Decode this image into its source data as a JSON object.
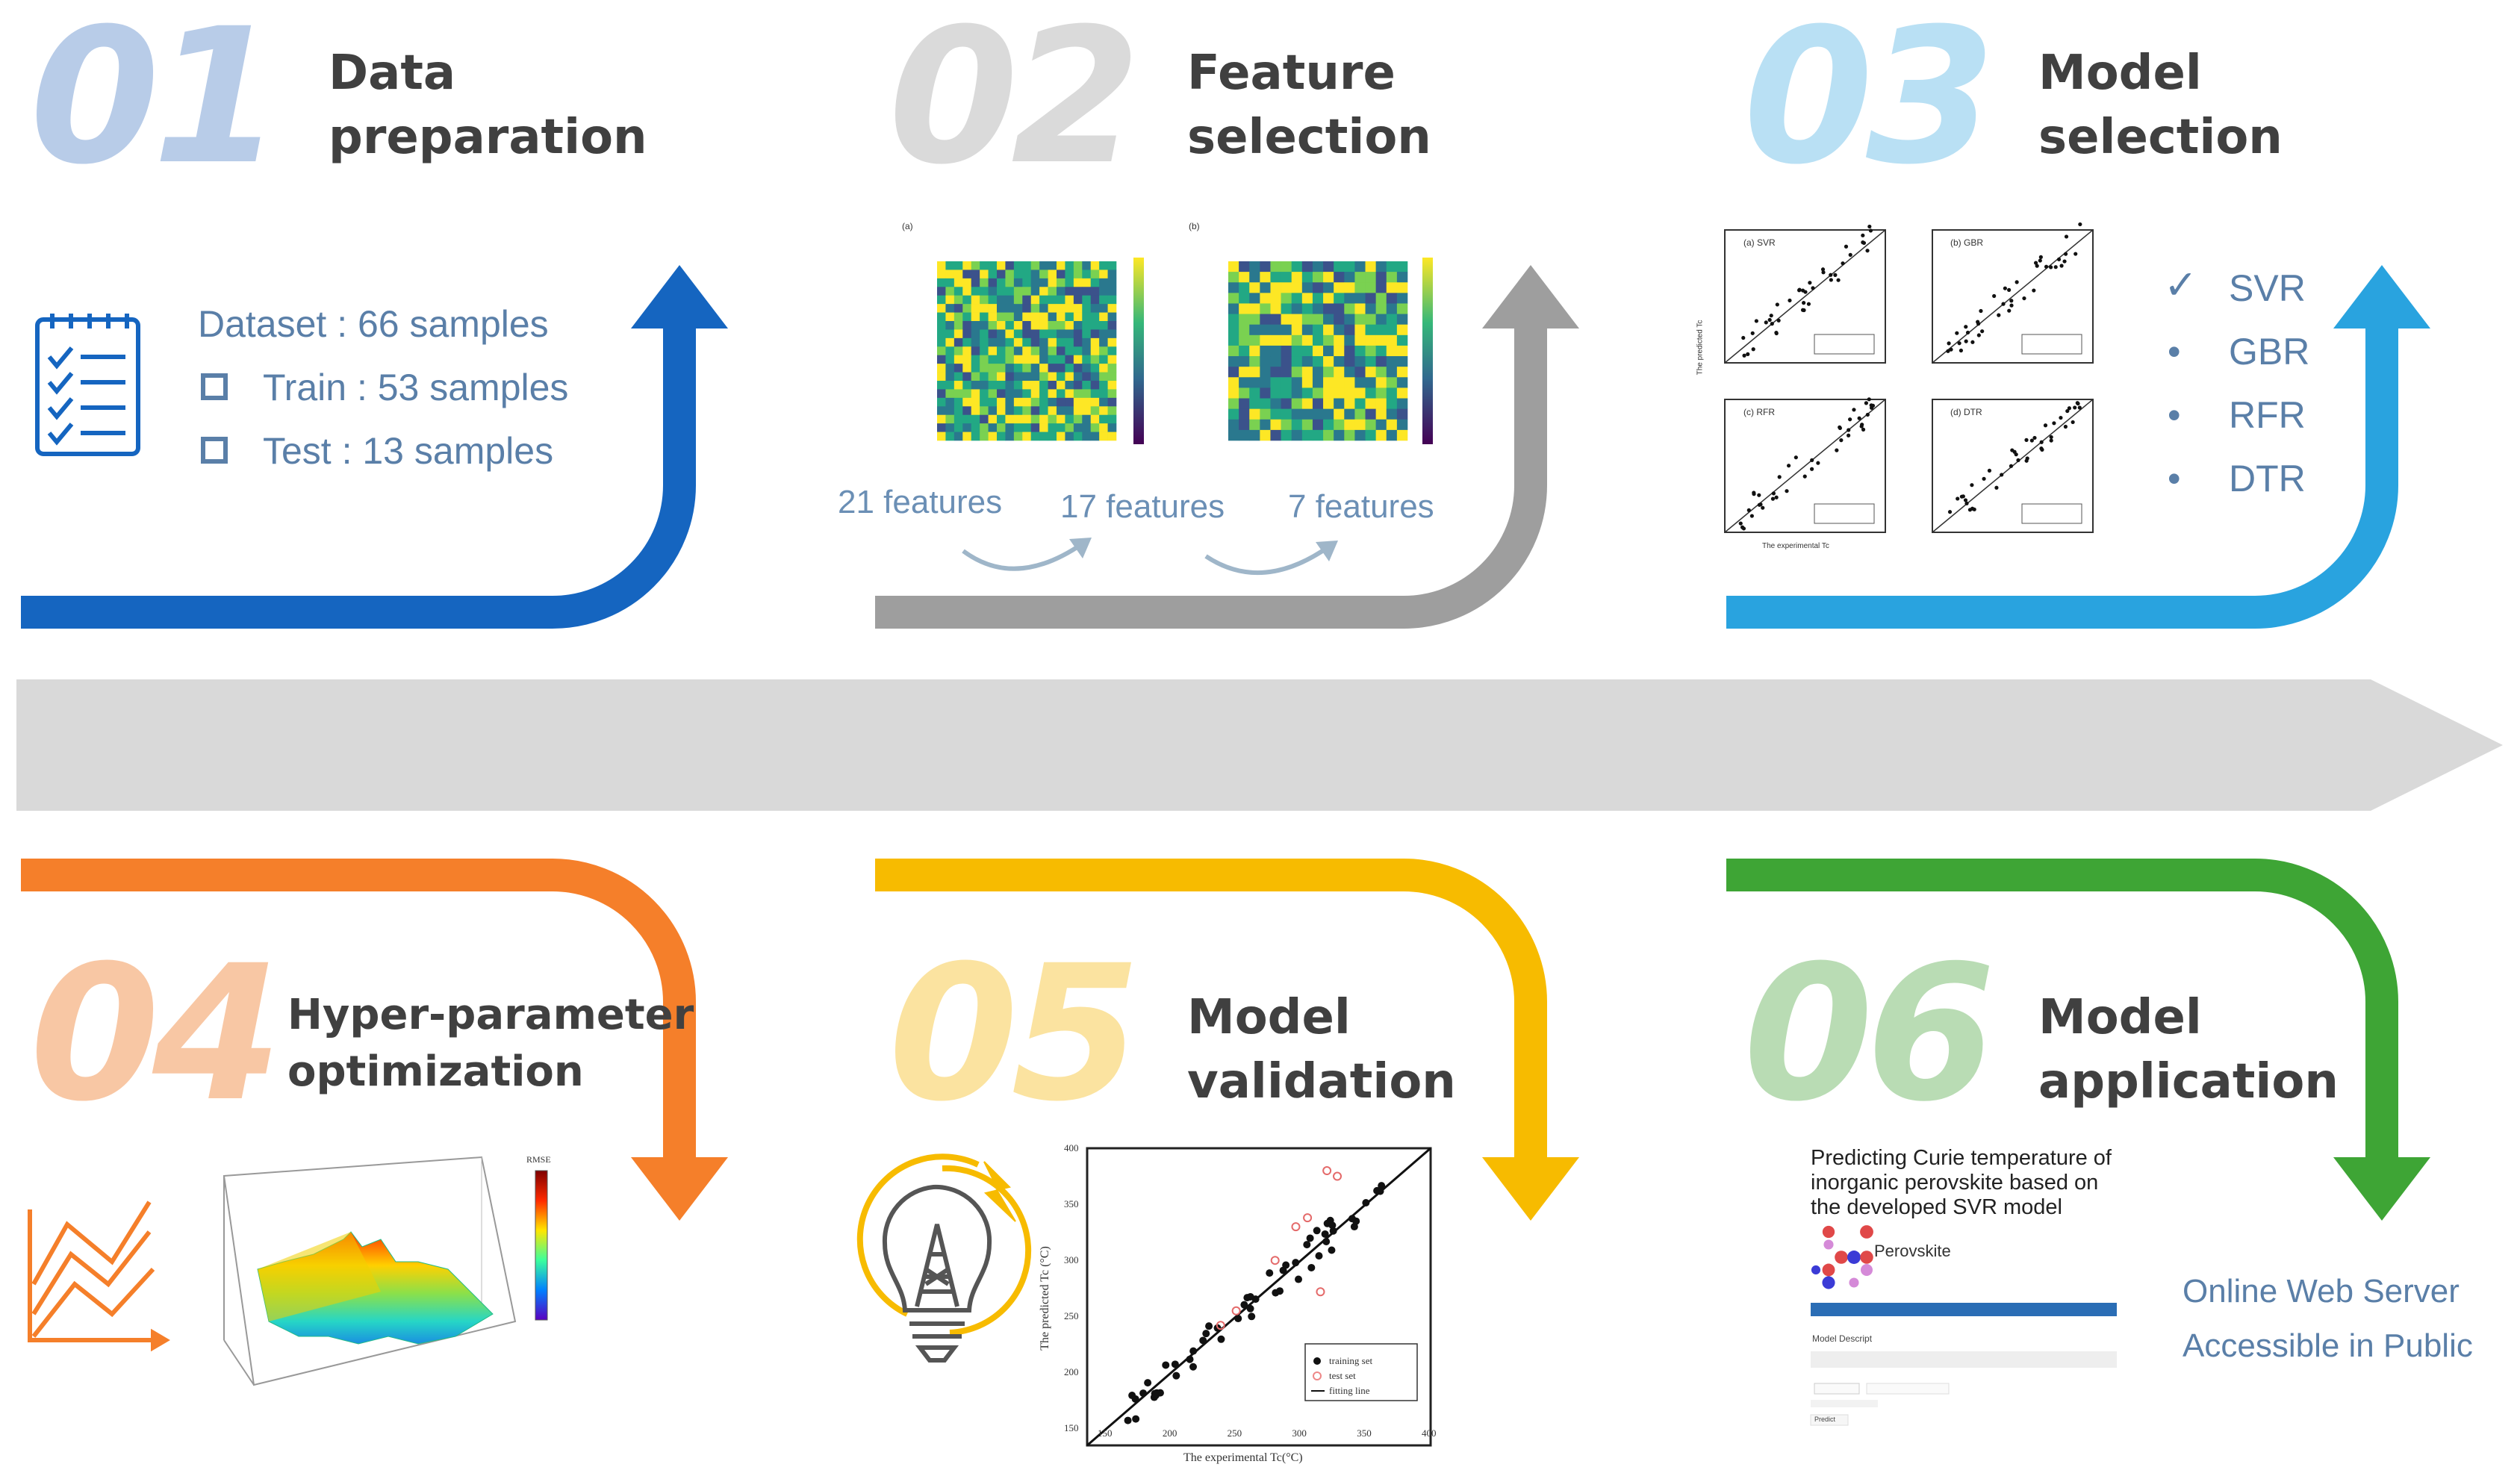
{
  "steps": [
    {
      "number": "01",
      "title": [
        "Data",
        "preparation"
      ],
      "color": "#1565c0",
      "numColor": "#b8cce8"
    },
    {
      "number": "02",
      "title": [
        "Feature",
        "selection"
      ],
      "color": "#9e9e9e",
      "numColor": "#dadada"
    },
    {
      "number": "03",
      "title": [
        "Model",
        "selection"
      ],
      "color": "#29a3df",
      "numColor": "#b9e0f4"
    },
    {
      "number": "04",
      "title": [
        "Hyper-parameter",
        "optimization"
      ],
      "color": "#f57f2a",
      "numColor": "#f8c7a4"
    },
    {
      "number": "05",
      "title": [
        "Model",
        "validation"
      ],
      "color": "#f7bb00",
      "numColor": "#fbe3a0"
    },
    {
      "number": "06",
      "title": [
        "Model",
        "application"
      ],
      "color": "#3ea535",
      "numColor": "#b9dcb4"
    }
  ],
  "dataset": {
    "total": "Dataset : 66 samples",
    "train": "Train : 53 samples",
    "test": "Test : 13 samples"
  },
  "features": {
    "counts": [
      "21 features",
      "17 features",
      "7 features"
    ],
    "panel_labels": [
      "(a)",
      "(b)"
    ]
  },
  "models": {
    "list": [
      "SVR",
      "GBR",
      "RFR",
      "DTR"
    ],
    "check": "✓",
    "bullet": "•",
    "panel_labels": [
      "(a) SVR",
      "(b) GBR",
      "(c) RFR",
      "(d) DTR"
    ],
    "xlabel": "The experimental Tc",
    "ylabel": "The predicted Tc"
  },
  "hyperparam": {
    "colorbar_title": "RMSE"
  },
  "validation": {
    "xlabel": "The experimental Tc(°C)",
    "ylabel": "The predicted Tc (°C)",
    "xticks": [
      "150",
      "200",
      "250",
      "300",
      "350",
      "400"
    ],
    "yticks": [
      "150",
      "200",
      "250",
      "300",
      "350",
      "400"
    ],
    "legend": [
      "training set",
      "test set",
      "fitting line"
    ]
  },
  "application": {
    "app_title": "Predicting Curie temperature of inorganic perovskite based on the developed SVR model",
    "app_name": "Perovskite",
    "section": "Model Descript",
    "predict": "Predict",
    "web_line1": "Online Web Server",
    "web_line2": "Accessible in Public"
  },
  "colors": {
    "timeline": "#d9d9d9",
    "text": "#404040",
    "accent_text": "#5a7fa8"
  }
}
